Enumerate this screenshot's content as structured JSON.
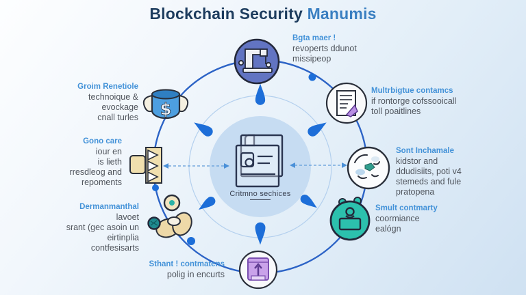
{
  "title": {
    "main": "Blockchain Security ",
    "accent": "Manumis"
  },
  "center": {
    "icon": "stacked-documents-icon",
    "label": "Critmno sechices"
  },
  "nodes": [
    {
      "id": "top",
      "icon": "machine-icon",
      "heading": "Bgta maer !",
      "lines": [
        "revoperts ddunot",
        "missipeop"
      ]
    },
    {
      "id": "upper-right",
      "icon": "document-check-icon",
      "heading": "Multrbigtue contamcs",
      "lines": [
        "if rontorge cofssooicall",
        "toll poaitlines"
      ]
    },
    {
      "id": "right",
      "icon": "globe-icon",
      "heading": "Sont Inchamale",
      "lines": [
        "kidstor and",
        "ddudisiits, poti v4",
        "stemeds and fule",
        "pratopena"
      ]
    },
    {
      "id": "lower-right",
      "icon": "timer-person-icon",
      "heading": "Smult contmarty",
      "lines": [
        "coormiance",
        "ealógn"
      ]
    },
    {
      "id": "bottom",
      "icon": "package-icon",
      "heading": "Sthant ! contmatens",
      "lines": [
        "polig in encurts"
      ]
    },
    {
      "id": "lower-left",
      "icon": "hands-gem-icon",
      "heading": "Dermanmanthal",
      "lines": [
        "lavoet",
        "srant (gec asoin un",
        "eirtinplia",
        "contfesisarts"
      ]
    },
    {
      "id": "left",
      "icon": "stamp-icon",
      "heading": "Gono care",
      "lines": [
        "iour en",
        "is lieth",
        "rresdleog and",
        "repoments"
      ]
    },
    {
      "id": "upper-left",
      "icon": "trophy-cup-icon",
      "heading": "Groim Renetiole",
      "lines": [
        "technoique &",
        "evockage",
        "cnall turles"
      ]
    }
  ],
  "colors": {
    "title_navy": "#1d3c5e",
    "title_accent": "#3a7fc1",
    "heading_blue": "#4392d8",
    "body_text": "#50555d",
    "ring_blue": "#2c63c6",
    "droplet_blue": "#1d6ed8",
    "center_circle_fill": "#c6dcf2",
    "machine_circle": "#6274c2",
    "timer_teal": "#2cc0ad",
    "package_purple": "#c9a2ea",
    "cup_blue": "#4d9fe0",
    "hand_tan": "#eed9a8",
    "gem_teal": "#1f8a8f"
  }
}
